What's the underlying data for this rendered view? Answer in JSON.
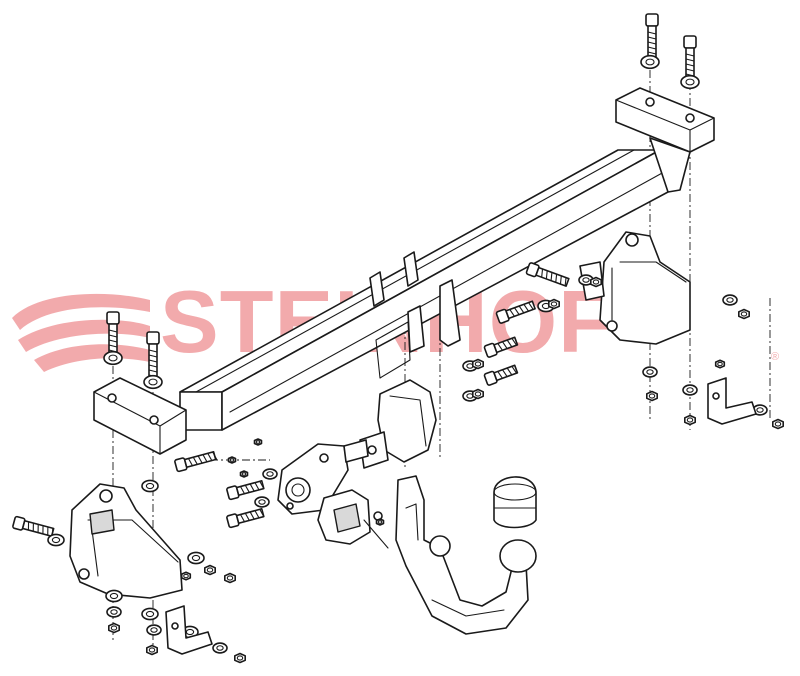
{
  "watermark": {
    "brand": "STEINHOF",
    "registered_mark": "®",
    "color": "#e8666a"
  },
  "diagram": {
    "kind": "exploded-assembly",
    "components": [
      "crossbar-beam",
      "left-side-bracket",
      "right-side-bracket",
      "center-clamp-bracket",
      "electrical-socket-plate",
      "electrical-socket",
      "detachable-tow-ball-neck",
      "tow-ball-cap",
      "bolts",
      "washers",
      "nuts",
      "small-angle-brackets"
    ]
  }
}
